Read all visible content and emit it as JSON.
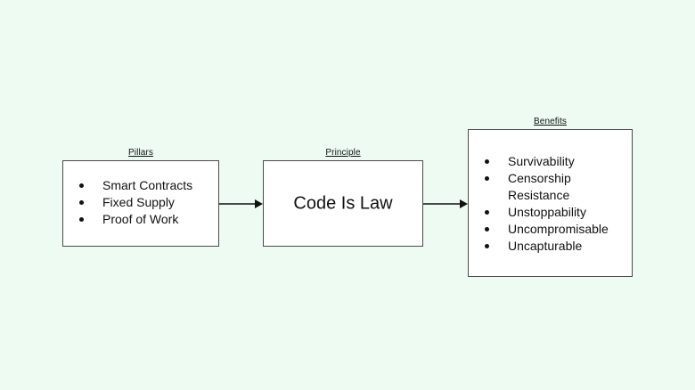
{
  "canvas": {
    "background_color": "#edfbf2",
    "box_fill_color": "#ffffff",
    "box_border_color": "#4a4a4a",
    "text_color": "#111111"
  },
  "nodes": {
    "pillars": {
      "caption": "Pillars",
      "items": [
        "Smart Contracts",
        "Fixed Supply",
        "Proof of Work"
      ]
    },
    "principle": {
      "caption": "Principle",
      "text": "Code Is Law"
    },
    "benefits": {
      "caption": "Benefits",
      "items": [
        "Survivability",
        "Censorship Resistance",
        "Unstoppability",
        "Uncompromisable",
        "Uncapturable"
      ]
    }
  },
  "connectors": [
    {
      "from": "pillars",
      "to": "principle",
      "style": "arrow"
    },
    {
      "from": "principle",
      "to": "benefits",
      "style": "arrow"
    }
  ]
}
